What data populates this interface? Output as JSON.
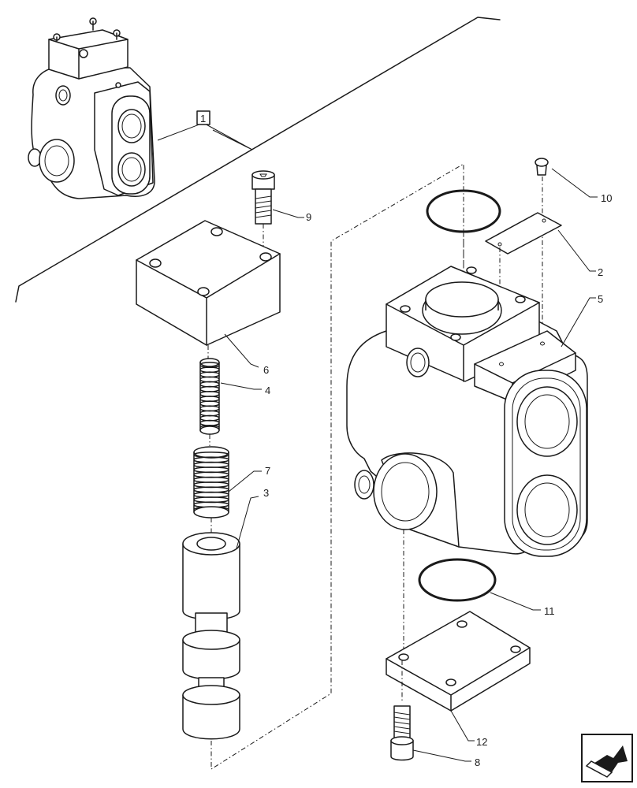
{
  "callouts": {
    "c1": "1",
    "c2": "2",
    "c3": "3",
    "c4": "4",
    "c5": "5",
    "c6": "6",
    "c7": "7",
    "c8": "8",
    "c9": "9",
    "c10": "10",
    "c11": "11",
    "c12": "12"
  },
  "icons": {
    "nav": "next-page-arrow-icon"
  }
}
